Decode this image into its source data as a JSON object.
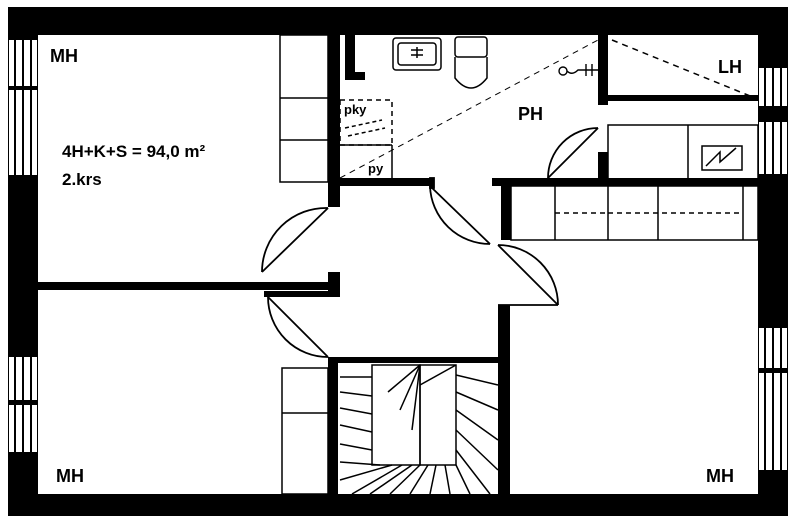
{
  "rooms": {
    "mh_top_left": "MH",
    "mh_bottom_left": "MH",
    "mh_bottom_right": "MH",
    "lh": "LH",
    "ph": "PH"
  },
  "fixtures": {
    "pky": "pky",
    "py": "py"
  },
  "summary": {
    "area": "4H+K+S = 94,0 m²",
    "floor": "2.krs"
  }
}
